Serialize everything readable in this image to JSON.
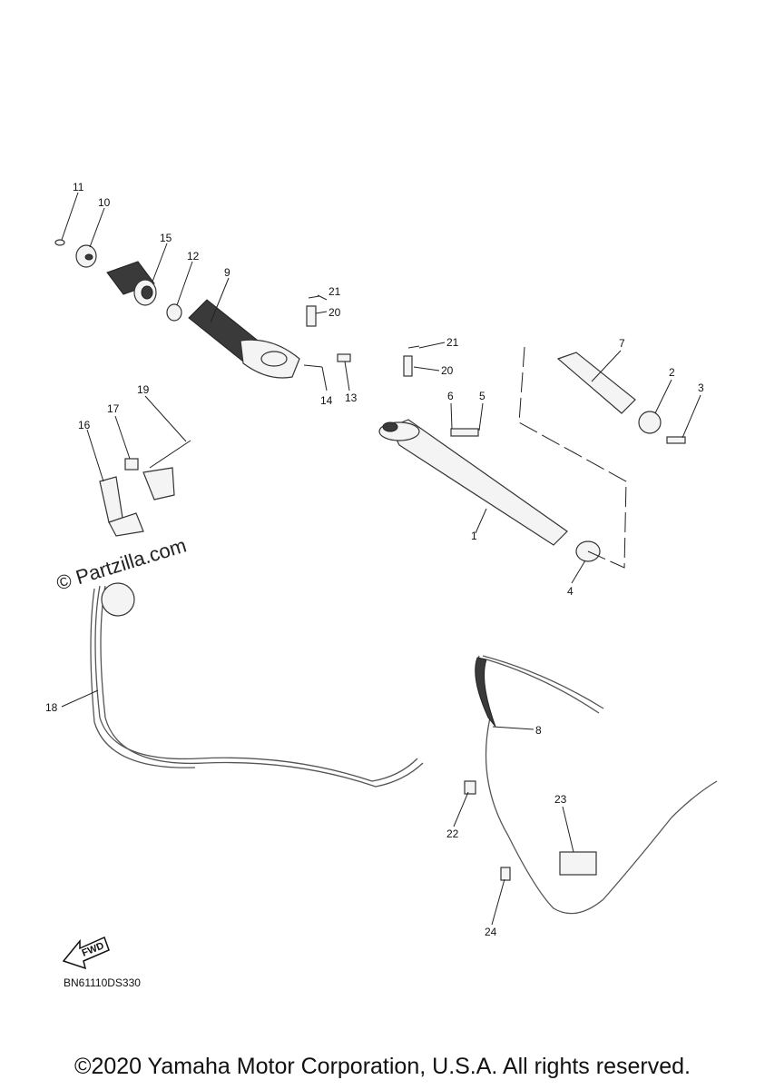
{
  "diagram": {
    "part_code": "BN61110DS330",
    "watermark": "© Partzilla.com",
    "fwd_label": "FWD",
    "copyright": "©2020 Yamaha Motor Corporation, U.S.A. All rights reserved.",
    "callouts": [
      "1",
      "2",
      "3",
      "4",
      "5",
      "6",
      "7",
      "8",
      "9",
      "10",
      "11",
      "12",
      "13",
      "14",
      "15",
      "16",
      "17",
      "18",
      "19",
      "20",
      "20",
      "21",
      "21",
      "22",
      "23",
      "24"
    ]
  }
}
